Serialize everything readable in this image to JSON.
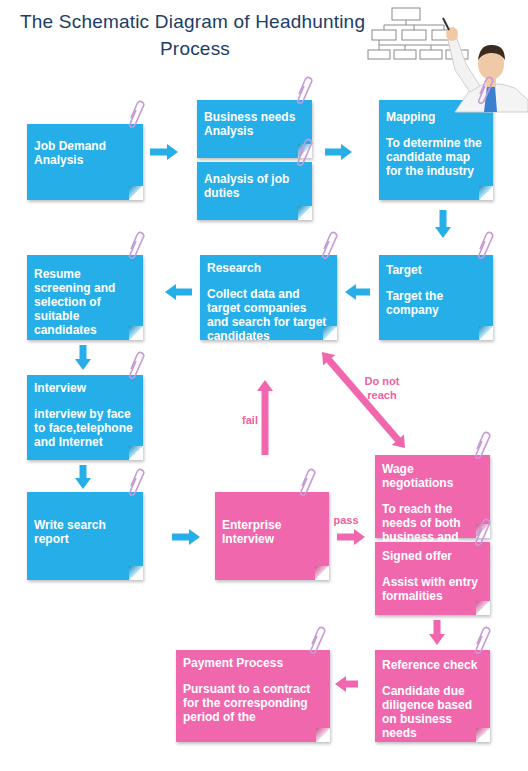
{
  "diagram": {
    "title": "The Schematic Diagram of Headhunting Process",
    "nodes": [
      {
        "text": [
          "Job Demand Analysis"
        ]
      },
      {
        "text": [
          "Business needs Analysis"
        ]
      },
      {
        "text": [
          "Analysis of job duties"
        ]
      },
      {
        "text": [
          "Mapping",
          "To determine the candidate map for the industry"
        ]
      },
      {
        "text": [
          "Target",
          "Target the company"
        ]
      },
      {
        "text": [
          "Research",
          "Collect data and target companies and search for target candidates"
        ]
      },
      {
        "text": [
          "Resume screening and selection of suitable candidates"
        ]
      },
      {
        "text": [
          "Interview",
          "interview by face to face,telephone and Internet"
        ]
      },
      {
        "text": [
          "Write search report"
        ]
      },
      {
        "text": [
          "Enterprise Interview"
        ]
      },
      {
        "text": [
          "Wage negotiations",
          "To reach the needs of both business and personal"
        ]
      },
      {
        "text": [
          "Signed offer",
          "Assist with entry formalities"
        ]
      },
      {
        "text": [
          "Reference check",
          "Candidate due diligence based on business needs"
        ]
      },
      {
        "text": [
          "Payment Process",
          "Pursuant to a contract for the corresponding period of the"
        ]
      }
    ],
    "edges": [
      {
        "from": 0,
        "to": 1,
        "arrow": "to"
      },
      {
        "from": 1,
        "to": 3,
        "arrow": "to"
      },
      {
        "from": 3,
        "to": 4,
        "arrow": "to"
      },
      {
        "from": 4,
        "to": 5,
        "arrow": "to"
      },
      {
        "from": 5,
        "to": 6,
        "arrow": "to"
      },
      {
        "from": 6,
        "to": 7,
        "arrow": "to"
      },
      {
        "from": 7,
        "to": 8,
        "arrow": "to"
      },
      {
        "from": 8,
        "to": 9,
        "arrow": "to"
      },
      {
        "from": 9,
        "to": 5,
        "label": "fail",
        "arrow": "to"
      },
      {
        "from": 9,
        "to": 10,
        "label": "pass",
        "arrow": "to"
      },
      {
        "from": 10,
        "to": 5,
        "label": "Do not reach",
        "arrow": "both"
      },
      {
        "from": 11,
        "to": 12,
        "arrow": "to"
      },
      {
        "from": 12,
        "to": 13,
        "arrow": "to"
      }
    ]
  }
}
